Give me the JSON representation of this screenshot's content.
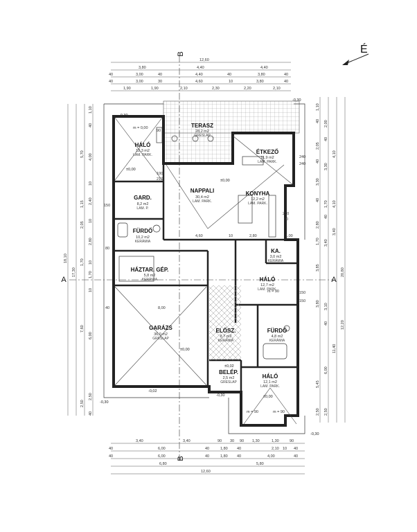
{
  "north": "É",
  "sections": {
    "a_left": "A",
    "a_right": "A",
    "b_top": "B",
    "b_bottom": "B"
  },
  "top_dims": {
    "r0": [
      "12,60"
    ],
    "r1": [
      "3,80",
      "4,40",
      "4,40"
    ],
    "r2": [
      "40",
      "3,00",
      "40",
      "4,40",
      "40",
      "3,80",
      "40"
    ],
    "r3": [
      "40",
      "3,00",
      "30",
      "4,60",
      "10",
      "3,80",
      "40"
    ],
    "r4": [
      "1,90",
      "1,90",
      "2,10",
      "2,30",
      "2,20",
      "2,10"
    ]
  },
  "bottom_dims": {
    "r1": [
      "3,40",
      "3,40",
      "90",
      "30",
      "90",
      "1,30",
      "1,30",
      "90"
    ],
    "r2": [
      "40",
      "6,00",
      "40",
      "1,80",
      "40",
      "2,10",
      "10",
      "40"
    ],
    "r3": [
      "40",
      "6,00",
      "40",
      "1,80",
      "40",
      "4,00",
      "40"
    ],
    "r4": [
      "6,80",
      "5,80"
    ],
    "r5": [
      "12,60"
    ]
  },
  "left_dims": {
    "c1": [
      "1,10",
      "40",
      "4,00",
      "10",
      "2,40",
      "10",
      "2,80",
      "10",
      "1,70",
      "10",
      "6,00",
      "2,50",
      "40"
    ],
    "c2": [
      "5,70",
      "1,15",
      "2,05",
      "1,70",
      "7,60",
      "2,50"
    ],
    "c3": [
      "17,30"
    ],
    "c4": [
      "18,10"
    ]
  },
  "right_dims": {
    "c1": [
      "1,10",
      "40",
      "2,05",
      "40",
      "3,30",
      "40",
      "2,80",
      "1,70",
      "3,85",
      "3,80",
      "5,45",
      "2,50"
    ],
    "c2": [
      "2,00",
      "40",
      "3,30",
      "1,70",
      "40",
      "3,40",
      "3,10",
      "40",
      "6,00",
      "2,50"
    ],
    "c3": [
      "4,10",
      "4,10",
      "3,40",
      "11,40"
    ],
    "c4": [
      "12,20",
      "20,80"
    ]
  },
  "rooms": [
    {
      "name": "TERASZ",
      "area": "28,2 m2",
      "floor": "GRESLAP"
    },
    {
      "name": "HÁLÓ",
      "area": "12,3 m2",
      "floor": "LAM. PARK."
    },
    {
      "name": "ÉTKEZŐ",
      "area": "11,9 m2",
      "floor": "LAM. PARK."
    },
    {
      "name": "NAPPALI",
      "area": "30,4 m2",
      "floor": "LAM. PARK."
    },
    {
      "name": "KONYHA",
      "area": "12,2 m2",
      "floor": "LAM. PARK."
    },
    {
      "name": "GARD.",
      "area": "8,2 m2",
      "floor": "LAM. P."
    },
    {
      "name": "FÜRDŐ",
      "area": "10,2 m2",
      "floor": "KERÁMIA"
    },
    {
      "name": "KA.",
      "area": "3,0 m2",
      "floor": "KERÁMIA"
    },
    {
      "name": "HÁZTAR. GÉP.",
      "area": "5,8 m2",
      "floor": "KERÁMIA"
    },
    {
      "name": "HÁLÓ",
      "area": "12,7 m2",
      "floor": "LAM. PARK."
    },
    {
      "name": "GARÁZS",
      "area": "36,0 m2",
      "floor": "GRESLAP"
    },
    {
      "name": "ELŐSZ.",
      "area": "8,7 m2",
      "floor": "KERÁMIA"
    },
    {
      "name": "FÜRDŐ",
      "area": "4,8 m2",
      "floor": "KERÁMIA"
    },
    {
      "name": "BELÉP.",
      "area": "2,5 m2",
      "floor": "GRESLAP"
    },
    {
      "name": "HÁLÓ",
      "area": "12,1 m2",
      "floor": "LAM. PARK."
    }
  ],
  "levels": {
    "tl": "-0,30",
    "tr": "-0,30",
    "bl": "-0,30",
    "br": "-0,30",
    "be": "-0,30",
    "ga": "-0,02",
    "hal1": "±0,00",
    "nap": "±0,00",
    "ga0": "±0,00",
    "hal3": "±0,00",
    "bel": "±0,02"
  },
  "inner": {
    "m": "m = 0,00",
    "m90a": "m = 90",
    "m90b": "m = 90",
    "m90c": "m = 90",
    "d90": "90",
    "d210": "210",
    "d100": "100",
    "d240a": "240",
    "d240b": "240",
    "d230": "230",
    "d60": "60",
    "d460": "4,60",
    "d280": "2,80",
    "d10": "10",
    "d800": "8,00",
    "d100b": "1,00",
    "d150": "150",
    "d150b": "150",
    "dn150": "150",
    "dn40": "40",
    "dn80": "80"
  }
}
